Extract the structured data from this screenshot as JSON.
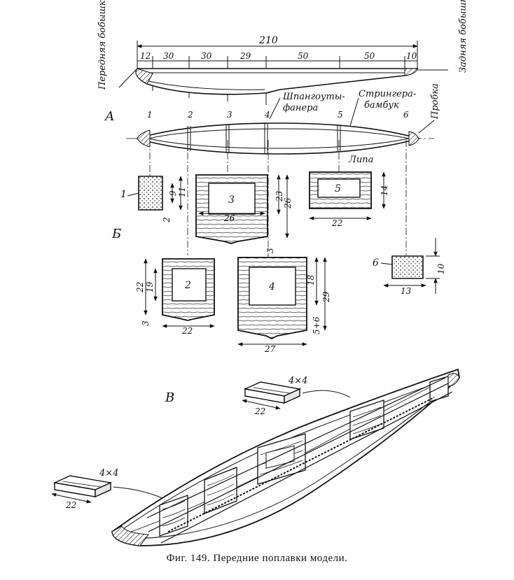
{
  "labels": {
    "front_boss": "Передняя бобышка",
    "rear_boss": "Задняя бобышка",
    "frames_plywood_1": "Шпангоуты-",
    "frames_plywood_2": "фанера",
    "stringers_bamboo_1": "Стрингера-",
    "stringers_bamboo_2": "бамбук",
    "cork": "Пробка",
    "linden": "Липа"
  },
  "section_letters": {
    "a": "А",
    "b": "Б",
    "v": "В"
  },
  "top_dims": {
    "total": "210",
    "segments": [
      "12",
      "30",
      "30",
      "29",
      "50",
      "50",
      "10"
    ]
  },
  "frame_numbers": [
    "1",
    "2",
    "3",
    "4",
    "5",
    "6"
  ],
  "section_dims": {
    "s1": {
      "label": "1",
      "d9": "9",
      "d11": "11",
      "d2": "2"
    },
    "s3": {
      "label": "3",
      "d26w": "26",
      "d23": "23",
      "d26h": "26",
      "d3": "3"
    },
    "s5": {
      "label": "5",
      "d14": "14",
      "d22": "22"
    },
    "s2": {
      "label": "2",
      "d22h": "22",
      "d19": "19",
      "d3": "3",
      "d22w": "22"
    },
    "s4": {
      "label": "4",
      "d18": "18",
      "d29": "29",
      "d5p6": "5+6",
      "d27": "27"
    },
    "s6": {
      "label": "6",
      "d10": "10",
      "d13": "13"
    }
  },
  "blocks": {
    "top_size": "4×4",
    "top_len": "22",
    "left_size": "4×4",
    "left_len": "22"
  },
  "caption": "Фиг. 149. Передние поплавки модели."
}
